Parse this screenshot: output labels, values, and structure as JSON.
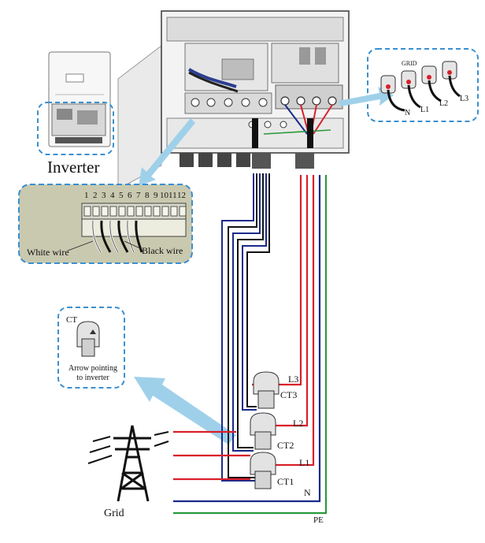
{
  "labels": {
    "inverter": "Inverter",
    "grid": "Grid",
    "white_wire": "White wire",
    "black_wire": "Black wire",
    "ct_title": "CT",
    "ct_note_line1": "Arrow pointing",
    "ct_note_line2": "to inverter",
    "grid_box_title": "GRID",
    "grid_n": "N",
    "grid_l1": "L1",
    "grid_l2": "L2",
    "grid_l3": "L3",
    "ct1": "CT1",
    "ct2": "CT2",
    "ct3": "CT3",
    "line_l1": "L1",
    "line_l2": "L2",
    "line_l3": "L3",
    "line_n": "N",
    "line_pe": "PE"
  },
  "terminal_numbers": [
    "1",
    "2",
    "3",
    "4",
    "5",
    "6",
    "7",
    "8",
    "9",
    "10",
    "11",
    "12"
  ],
  "colors": {
    "live_wire": "#d8202a",
    "neutral_wire": "#1a2a8a",
    "earth_wire": "#2a9a3a",
    "signal_wire": "#111111",
    "callout_border": "#3a8fd0",
    "callout_arrow": "#9fd0ea",
    "terminal_panel": "#c9c9b0"
  }
}
